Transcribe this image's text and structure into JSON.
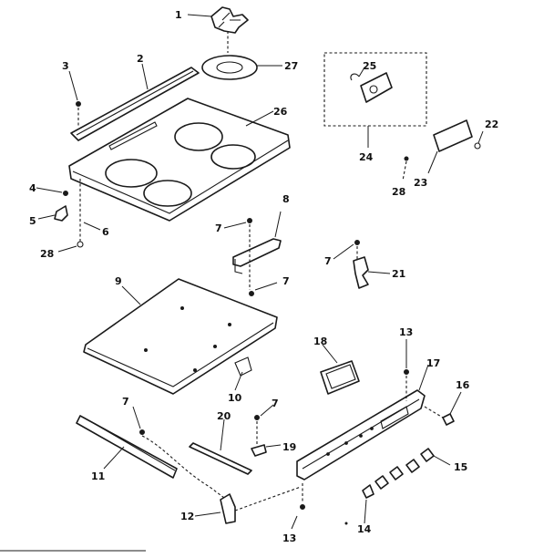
{
  "diagram": {
    "callouts": {
      "c1": "1",
      "c2": "2",
      "c3": "3",
      "c4": "4",
      "c5": "5",
      "c6": "6",
      "c7a": "7",
      "c7b": "7",
      "c7c": "7",
      "c7d": "7",
      "c7e": "7",
      "c8": "8",
      "c9": "9",
      "c10": "10",
      "c11": "11",
      "c12": "12",
      "c13a": "13",
      "c13b": "13",
      "c14": "14",
      "c15": "15",
      "c16": "16",
      "c17": "17",
      "c18": "18",
      "c19": "19",
      "c20": "20",
      "c21": "21",
      "c22": "22",
      "c23": "23",
      "c24": "24",
      "c25": "25",
      "c26": "26",
      "c27": "27",
      "c28a": "28",
      "c28b": "28"
    }
  }
}
